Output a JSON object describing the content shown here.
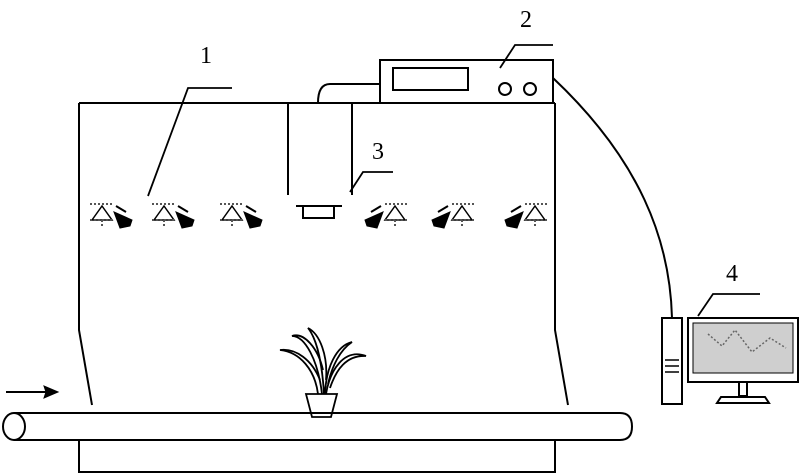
{
  "labels": {
    "led_array": "1",
    "controller": "2",
    "sensor": "3",
    "computer": "4"
  },
  "colors": {
    "stroke": "#000000",
    "led_dash": "#555555",
    "screen": "#cfcfcf"
  },
  "icons": {
    "led": "led-diode-icon",
    "sensor": "light-sensor-icon",
    "plant": "potted-plant-icon",
    "arrow": "right-arrow-icon",
    "computer": "desktop-computer-icon"
  }
}
